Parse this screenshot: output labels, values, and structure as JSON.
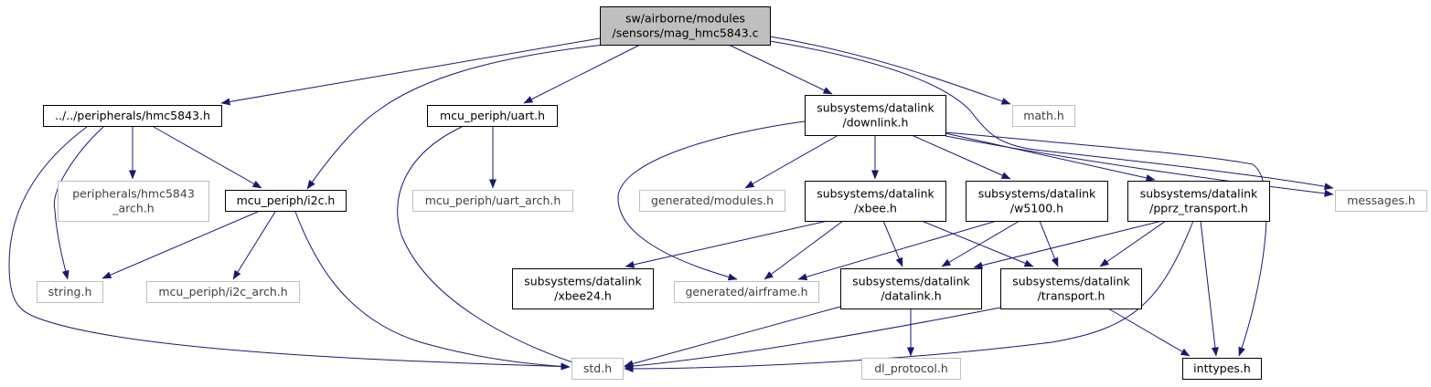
{
  "diagram": {
    "colors": {
      "edge": "#191970",
      "node_border_defined": "#000000",
      "node_border_undefined": "#bfbfbf",
      "root_fill": "#bfbfbf",
      "node_fill": "#ffffff",
      "text_defined": "#000000",
      "text_undefined": "#404040"
    },
    "nodes": [
      {
        "id": "mag",
        "lines": [
          "sw/airborne/modules",
          "/sensors/mag_hmc5843.c"
        ],
        "style": "root"
      },
      {
        "id": "hmc",
        "lines": [
          "../../peripherals/hmc5843.h"
        ],
        "style": "defined"
      },
      {
        "id": "uart",
        "lines": [
          "mcu_periph/uart.h"
        ],
        "style": "defined"
      },
      {
        "id": "downlink",
        "lines": [
          "subsystems/datalink",
          "/downlink.h"
        ],
        "style": "defined"
      },
      {
        "id": "math",
        "lines": [
          "math.h"
        ],
        "style": "undefined"
      },
      {
        "id": "hmcarch",
        "lines": [
          "peripherals/hmc5843",
          "_arch.h"
        ],
        "style": "undefined"
      },
      {
        "id": "i2c",
        "lines": [
          "mcu_periph/i2c.h"
        ],
        "style": "defined"
      },
      {
        "id": "uartarch",
        "lines": [
          "mcu_periph/uart_arch.h"
        ],
        "style": "undefined"
      },
      {
        "id": "genmod",
        "lines": [
          "generated/modules.h"
        ],
        "style": "undefined"
      },
      {
        "id": "xbee",
        "lines": [
          "subsystems/datalink",
          "/xbee.h"
        ],
        "style": "defined"
      },
      {
        "id": "w5100",
        "lines": [
          "subsystems/datalink",
          "/w5100.h"
        ],
        "style": "defined"
      },
      {
        "id": "pprz",
        "lines": [
          "subsystems/datalink",
          "/pprz_transport.h"
        ],
        "style": "defined"
      },
      {
        "id": "messages",
        "lines": [
          "messages.h"
        ],
        "style": "undefined"
      },
      {
        "id": "string",
        "lines": [
          "string.h"
        ],
        "style": "undefined"
      },
      {
        "id": "i2carch",
        "lines": [
          "mcu_periph/i2c_arch.h"
        ],
        "style": "undefined"
      },
      {
        "id": "xbee24",
        "lines": [
          "subsystems/datalink",
          "/xbee24.h"
        ],
        "style": "defined"
      },
      {
        "id": "genair",
        "lines": [
          "generated/airframe.h"
        ],
        "style": "undefined"
      },
      {
        "id": "datalink",
        "lines": [
          "subsystems/datalink",
          "/datalink.h"
        ],
        "style": "defined"
      },
      {
        "id": "transport",
        "lines": [
          "subsystems/datalink",
          "/transport.h"
        ],
        "style": "defined"
      },
      {
        "id": "std",
        "lines": [
          "std.h"
        ],
        "style": "undefined"
      },
      {
        "id": "dlproto",
        "lines": [
          "dl_protocol.h"
        ],
        "style": "undefined"
      },
      {
        "id": "inttypes",
        "lines": [
          "inttypes.h"
        ],
        "style": "defined"
      }
    ],
    "edges": [
      {
        "from": "mag",
        "to": "hmc"
      },
      {
        "from": "mag",
        "to": "i2c"
      },
      {
        "from": "mag",
        "to": "uart"
      },
      {
        "from": "mag",
        "to": "downlink"
      },
      {
        "from": "mag",
        "to": "math"
      },
      {
        "from": "mag",
        "to": "messages"
      },
      {
        "from": "hmc",
        "to": "hmcarch"
      },
      {
        "from": "hmc",
        "to": "i2c"
      },
      {
        "from": "hmc",
        "to": "string"
      },
      {
        "from": "hmc",
        "to": "std"
      },
      {
        "from": "uart",
        "to": "uartarch"
      },
      {
        "from": "uart",
        "to": "std"
      },
      {
        "from": "i2c",
        "to": "string"
      },
      {
        "from": "i2c",
        "to": "i2carch"
      },
      {
        "from": "i2c",
        "to": "std"
      },
      {
        "from": "downlink",
        "to": "genmod"
      },
      {
        "from": "downlink",
        "to": "xbee"
      },
      {
        "from": "downlink",
        "to": "w5100"
      },
      {
        "from": "downlink",
        "to": "pprz"
      },
      {
        "from": "downlink",
        "to": "messages"
      },
      {
        "from": "downlink",
        "to": "genair"
      },
      {
        "from": "downlink",
        "to": "inttypes"
      },
      {
        "from": "xbee",
        "to": "xbee24"
      },
      {
        "from": "xbee",
        "to": "genair"
      },
      {
        "from": "xbee",
        "to": "datalink"
      },
      {
        "from": "xbee",
        "to": "transport"
      },
      {
        "from": "w5100",
        "to": "genair"
      },
      {
        "from": "w5100",
        "to": "datalink"
      },
      {
        "from": "w5100",
        "to": "transport"
      },
      {
        "from": "pprz",
        "to": "datalink"
      },
      {
        "from": "pprz",
        "to": "transport"
      },
      {
        "from": "pprz",
        "to": "std"
      },
      {
        "from": "pprz",
        "to": "inttypes"
      },
      {
        "from": "datalink",
        "to": "std"
      },
      {
        "from": "datalink",
        "to": "dlproto"
      },
      {
        "from": "transport",
        "to": "std"
      },
      {
        "from": "transport",
        "to": "inttypes"
      }
    ]
  }
}
